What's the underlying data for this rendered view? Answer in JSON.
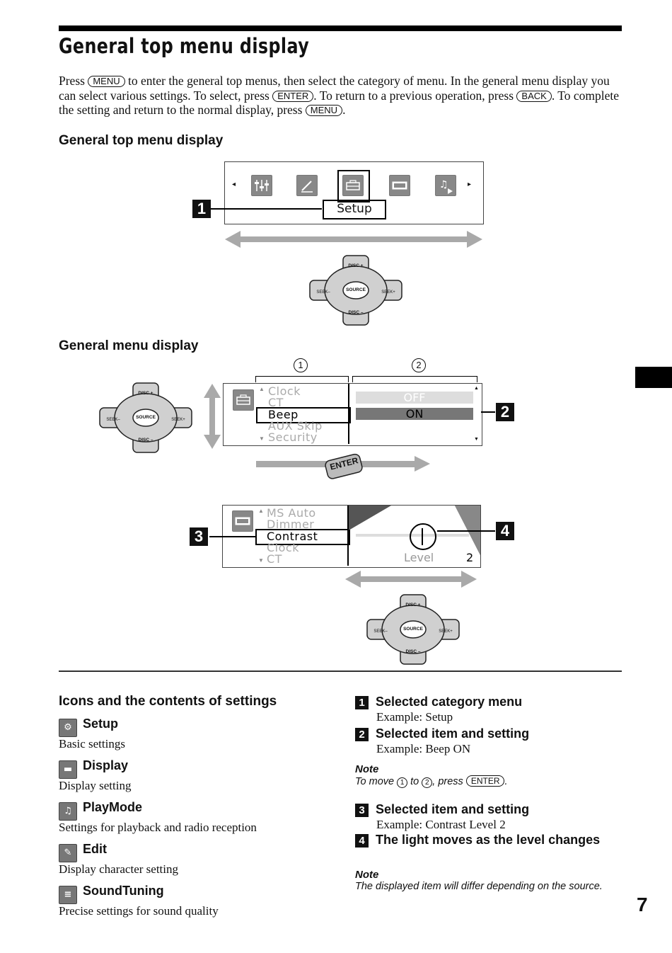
{
  "header": {
    "title": "General top menu display"
  },
  "intro": {
    "p1": "Press ",
    "k_menu": "MENU",
    "p2": " to enter the general top menus, then select the category of menu. In the general menu display you can select various settings. To select, press ",
    "k_enter": "ENTER",
    "p3": ". To return to a previous operation, press ",
    "k_back": "BACK",
    "p4": ". To complete the setting and return to the normal display, press ",
    "k_menu2": "MENU",
    "p5": "."
  },
  "section1": {
    "heading": "General top menu display",
    "selected_label": "Setup",
    "callout": "1",
    "icons": [
      "soundtuning-icon",
      "edit-icon",
      "setup-icon",
      "display-icon",
      "playmode-icon"
    ]
  },
  "controller": {
    "disc_plus": "DISC +",
    "disc_minus": "DISC –",
    "source": "SOURCE",
    "seek_minus": "SEEK–",
    "seek_plus": "SEEK+"
  },
  "section2": {
    "heading": "General menu display",
    "col1": "1",
    "col2": "2",
    "items": [
      "Clock",
      "CT",
      "Beep",
      "AUX Skip",
      "Security"
    ],
    "options": [
      "OFF",
      "ON"
    ],
    "callout2": "2",
    "enter_label": "ENTER",
    "items2": [
      "MS  Auto",
      "Dimmer",
      "Contrast",
      "Clock",
      "CT"
    ],
    "level_label": "Level",
    "level_value": "2",
    "callout3": "3",
    "callout4": "4"
  },
  "icons_section": {
    "heading": "Icons and the contents of settings",
    "entries": [
      {
        "name": "Setup",
        "desc": "Basic settings"
      },
      {
        "name": "Display",
        "desc": "Display setting"
      },
      {
        "name": "PlayMode",
        "desc": "Settings for playback and radio reception"
      },
      {
        "name": "Edit",
        "desc": "Display character setting"
      },
      {
        "name": "SoundTuning",
        "desc": "Precise settings for sound quality"
      }
    ]
  },
  "legend": {
    "n1": "1",
    "t1": "Selected category menu",
    "e1": "Example: Setup",
    "n2": "2",
    "t2": "Selected item and setting",
    "e2": "Example: Beep ON",
    "note1_h": "Note",
    "note1_a": "To move ",
    "note1_c1": "1",
    "note1_b": " to ",
    "note1_c2": "2",
    "note1_c": ", press ",
    "note1_key": "ENTER",
    "note1_d": ".",
    "n3": "3",
    "t3": "Selected item and setting",
    "e3": "Example: Contrast Level 2",
    "n4": "4",
    "t4": "The light moves as the level changes",
    "note2_h": "Note",
    "note2_t": "The displayed item will differ depending on the source."
  },
  "page_number": "7"
}
